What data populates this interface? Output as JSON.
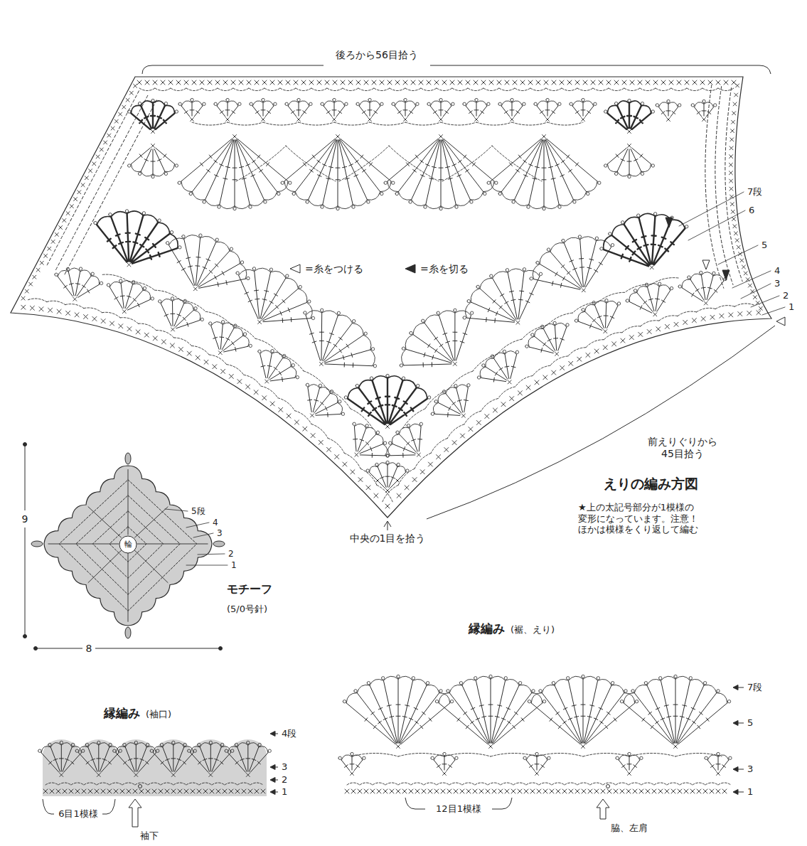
{
  "diagram": {
    "title": "えりの編み方図",
    "labels": [
      "後ろから56目拾う",
      "7段",
      "6",
      "5",
      "4",
      "3",
      "2",
      "1",
      "=糸をつける",
      "=糸を切る",
      "前えりぐりから 45目拾う",
      "★上の太記号部分が1模様の 変形になっています。注意！ ほかは模様をくり返して編む",
      "中央の1目を拾う",
      "9",
      "8",
      "5段",
      "4",
      "3",
      "2",
      "1",
      "輪",
      "モチーフ",
      "(5/0号針)",
      "縁編み",
      "(袖口)",
      "4段",
      "3",
      "2",
      "1",
      "6目1模様",
      "袖下",
      "縁編み",
      "(裾、えり)",
      "7段",
      "5",
      "3",
      "1",
      "12目1模様",
      "脇、左肩"
    ]
  }
}
